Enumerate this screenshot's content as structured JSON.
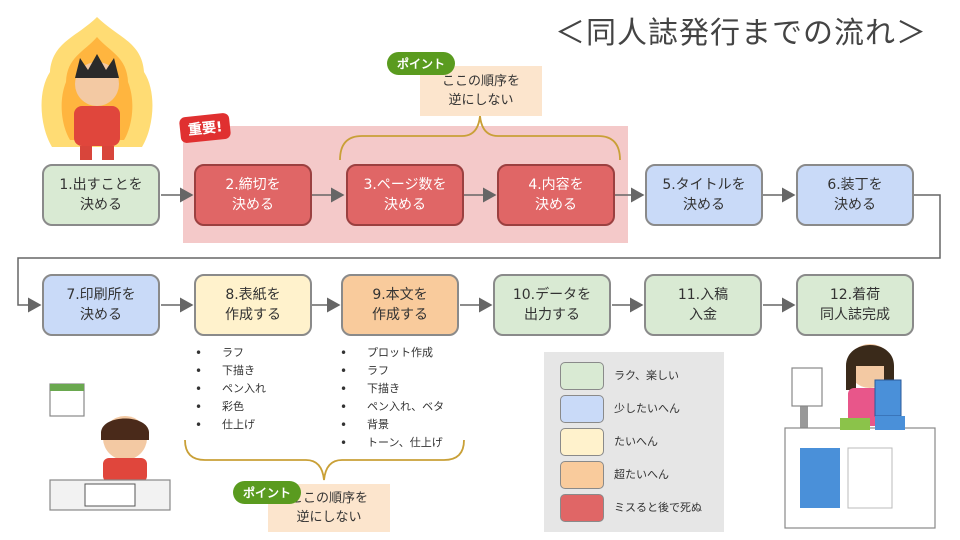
{
  "title": "＜同人誌発行までの流れ＞",
  "important_badge": "重要!",
  "point_badge": "ポイント",
  "notes": [
    {
      "text": "ここの順序を\n逆にしない"
    },
    {
      "text": "ここの順序を\n逆にしない"
    }
  ],
  "steps": [
    {
      "label": "1.出すことを\n決める",
      "level": "easy"
    },
    {
      "label": "2.締切を\n決める",
      "level": "deadly"
    },
    {
      "label": "3.ページ数を\n決める",
      "level": "deadly"
    },
    {
      "label": "4.内容を\n決める",
      "level": "deadly"
    },
    {
      "label": "5.タイトルを\n決める",
      "level": "some"
    },
    {
      "label": "6.装丁を\n決める",
      "level": "some"
    },
    {
      "label": "7.印刷所を\n決める",
      "level": "some"
    },
    {
      "label": "8.表紙を\n作成する",
      "level": "hard"
    },
    {
      "label": "9.本文を\n作成する",
      "level": "super"
    },
    {
      "label": "10.データを\n出力する",
      "level": "easy"
    },
    {
      "label": "11.入稿\n入金",
      "level": "easy"
    },
    {
      "label": "12.着荷\n同人誌完成",
      "level": "easy"
    }
  ],
  "cover_tasks": [
    "ラフ",
    "下描き",
    "ペン入れ",
    "彩色",
    "仕上げ"
  ],
  "body_tasks": [
    "プロット作成",
    "ラフ",
    "下描き",
    "ペン入れ、ベタ",
    "背景",
    "トーン、仕上げ"
  ],
  "legend": [
    {
      "label": "ラク、楽しい",
      "color": "#d9ead3"
    },
    {
      "label": "少したいへん",
      "color": "#c9daf8"
    },
    {
      "label": "たいへん",
      "color": "#fff2cc"
    },
    {
      "label": "超たいへん",
      "color": "#f9cb9c"
    },
    {
      "label": "ミスると後で死ぬ",
      "color": "#e06666"
    }
  ],
  "colors": {
    "arrow": "#666666",
    "brace": "#c9a037",
    "highlight": "#f4c9c9"
  }
}
